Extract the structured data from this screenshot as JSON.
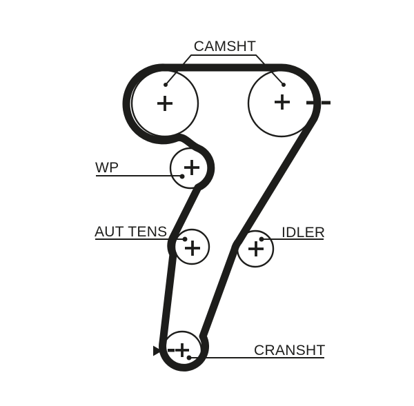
{
  "diagram": {
    "type": "timing-belt-routing-diagram",
    "colors": {
      "ink": "#1d1d1b",
      "background": "#ffffff"
    },
    "labels": {
      "camshaft": "CAMSHT",
      "water_pump": "WP",
      "auto_tensioner": "AUT TENS",
      "idler": "IDLER",
      "crankshaft": "CRANSHT"
    },
    "pulleys": [
      {
        "id": "camshaft-left",
        "label": "CAMSHT",
        "center_mark": "+"
      },
      {
        "id": "camshaft-right",
        "label": "CAMSHT",
        "center_mark": "+",
        "timing_mark": "- -"
      },
      {
        "id": "water-pump",
        "label": "WP",
        "center_mark": "+"
      },
      {
        "id": "auto-tensioner",
        "label": "AUT TENS",
        "center_mark": "+"
      },
      {
        "id": "idler",
        "label": "IDLER",
        "center_mark": "+"
      },
      {
        "id": "crankshaft",
        "label": "CRANSHT",
        "center_mark": "+",
        "timing_mark": "-",
        "direction_arrow": "right"
      }
    ]
  }
}
